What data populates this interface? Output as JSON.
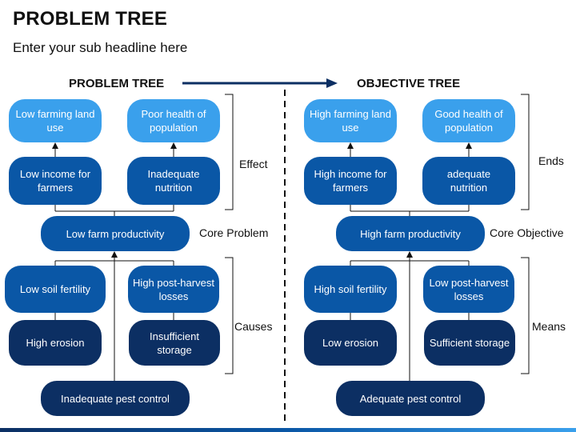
{
  "title": "PROBLEM TREE",
  "subtitle": "Enter your sub headline here",
  "problem_tree": {
    "heading": "PROBLEM TREE",
    "effect_top": [
      "Low farming land use",
      "Poor health of population"
    ],
    "effect_bottom": [
      "Low income for farmers",
      "Inadequate nutrition"
    ],
    "core": "Low farm productivity",
    "causes_top": [
      "Low soil fertility",
      "High post-harvest losses"
    ],
    "causes_bottom": [
      "High erosion",
      "Insufficient storage"
    ],
    "root": "Inadequate pest control",
    "labels": {
      "effect": "Effect",
      "core": "Core Problem",
      "causes": "Causes"
    }
  },
  "objective_tree": {
    "heading": "OBJECTIVE TREE",
    "ends_top": [
      "High farming land use",
      "Good health of population"
    ],
    "ends_bottom": [
      "High income for farmers",
      "adequate nutrition"
    ],
    "core": "High farm productivity",
    "means_top": [
      "High soil fertility",
      "Low post-harvest losses"
    ],
    "means_bottom": [
      "Low erosion",
      "Sufficient storage"
    ],
    "root": "Adequate pest control",
    "labels": {
      "ends": "Ends",
      "core": "Core Objective",
      "means": "Means"
    }
  },
  "colors": {
    "light": "#3aa0ec",
    "mid": "#0a57a6",
    "dark": "#0c2f63",
    "connector": "#111111"
  }
}
